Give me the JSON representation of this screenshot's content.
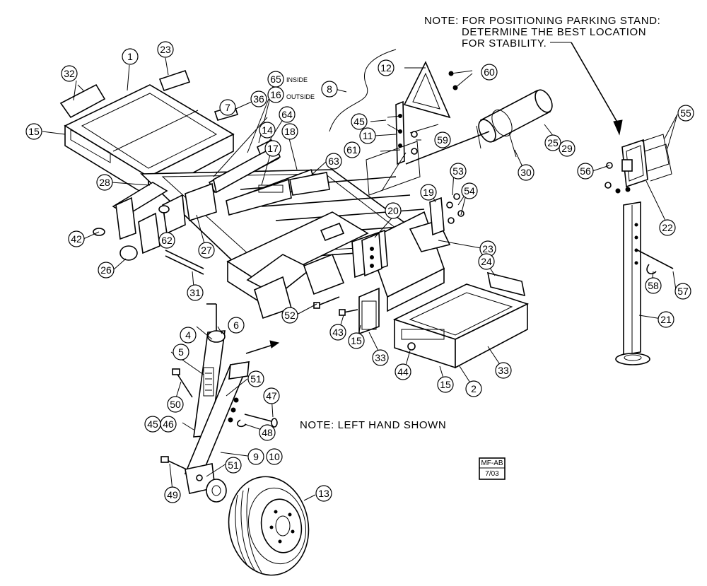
{
  "notes": {
    "parking_stand_1": "NOTE:  FOR POSITIONING PARKING STAND:",
    "parking_stand_2": "DETERMINE THE BEST LOCATION",
    "parking_stand_3": "FOR STABILITY.",
    "left_hand": "NOTE:  LEFT HAND SHOWN",
    "inside": "INSIDE",
    "outside": "OUTSIDE"
  },
  "stamp": {
    "line1": "MF-AB",
    "line2": "7/03"
  },
  "callouts": [
    "1",
    "2",
    "4",
    "5",
    "6",
    "7",
    "8",
    "9",
    "10",
    "11",
    "12",
    "13",
    "14",
    "15",
    "16",
    "17",
    "18",
    "19",
    "20",
    "21",
    "22",
    "23",
    "24",
    "25",
    "26",
    "27",
    "28",
    "29",
    "30",
    "31",
    "32",
    "33",
    "36",
    "42",
    "43",
    "44",
    "45",
    "46",
    "47",
    "48",
    "49",
    "50",
    "51",
    "52",
    "53",
    "54",
    "55",
    "56",
    "57",
    "58",
    "59",
    "60",
    "61",
    "62",
    "63",
    "64",
    "65"
  ]
}
